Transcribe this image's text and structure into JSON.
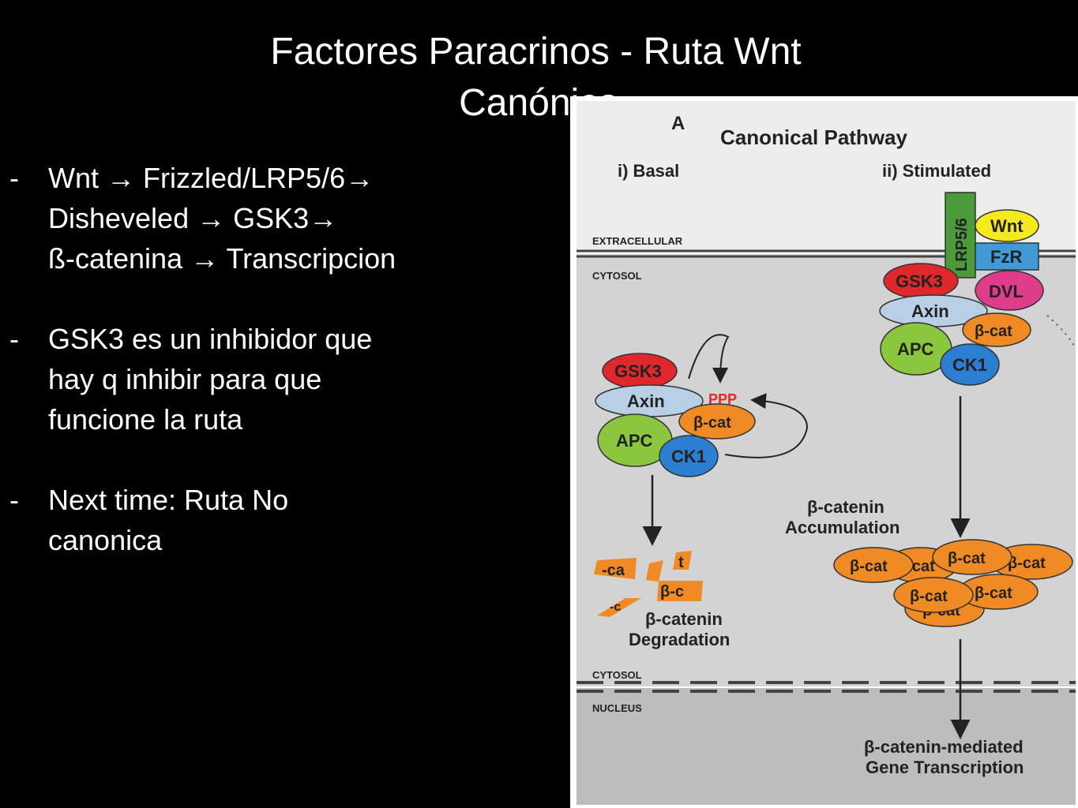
{
  "slide": {
    "title_line1": "Factores Paracrinos  - Ruta Wnt",
    "title_line2": "Canónica"
  },
  "bullets": [
    {
      "dash": "-",
      "lines": [
        "Wnt → Frizzled/LRP5/6→",
        "Disheveled → GSK3→",
        "ß-catenina → Transcripcion"
      ]
    },
    {
      "dash": "-",
      "lines": [
        "GSK3 es un inhibidor que",
        "hay q inhibir para que",
        "funcione la ruta"
      ]
    },
    {
      "dash": "-",
      "lines": [
        "Next time: Ruta No",
        "canonica"
      ]
    }
  ],
  "diagram": {
    "panel_letter": "A",
    "heading": "Canonical Pathway",
    "basal_label": "i) Basal",
    "stimulated_label": "ii) Stimulated",
    "extracellular_label": "EXTRACELLULAR",
    "cytosol_label": "CYTOSOL",
    "cytosol_label_lower": "CYTOSOL",
    "nucleus_label": "NUCLEUS",
    "lrp_label": "LRP5/6",
    "wnt_label": "Wnt",
    "fzr_label": "FzR",
    "dvl_label": "DVL",
    "gsk3_label": "GSK3",
    "axin_label": "Axin",
    "apc_label": "APC",
    "ck1_label": "CK1",
    "bcat_label": "β-cat",
    "ppp_label": "PPP",
    "degradation_line1": "β-catenin",
    "degradation_line2": "Degradation",
    "accumulation_line1": "β-catenin",
    "accumulation_line2": "Accumulation",
    "transcription_line1": "β-catenin-mediated",
    "transcription_line2": "Gene Transcription",
    "fragments": [
      "-ca",
      "t",
      "β-c",
      "-c"
    ],
    "colors": {
      "gsk3": "#e0282c",
      "axin": "#b8cfe6",
      "apc": "#8bc63f",
      "ck1": "#2c7fd0",
      "bcat": "#f08a24",
      "wnt": "#f5ea1e",
      "fzr": "#3f9ad6",
      "dvl": "#e03c8c",
      "lrp": "#4c9a3a",
      "ppp": "#e0282c"
    }
  }
}
